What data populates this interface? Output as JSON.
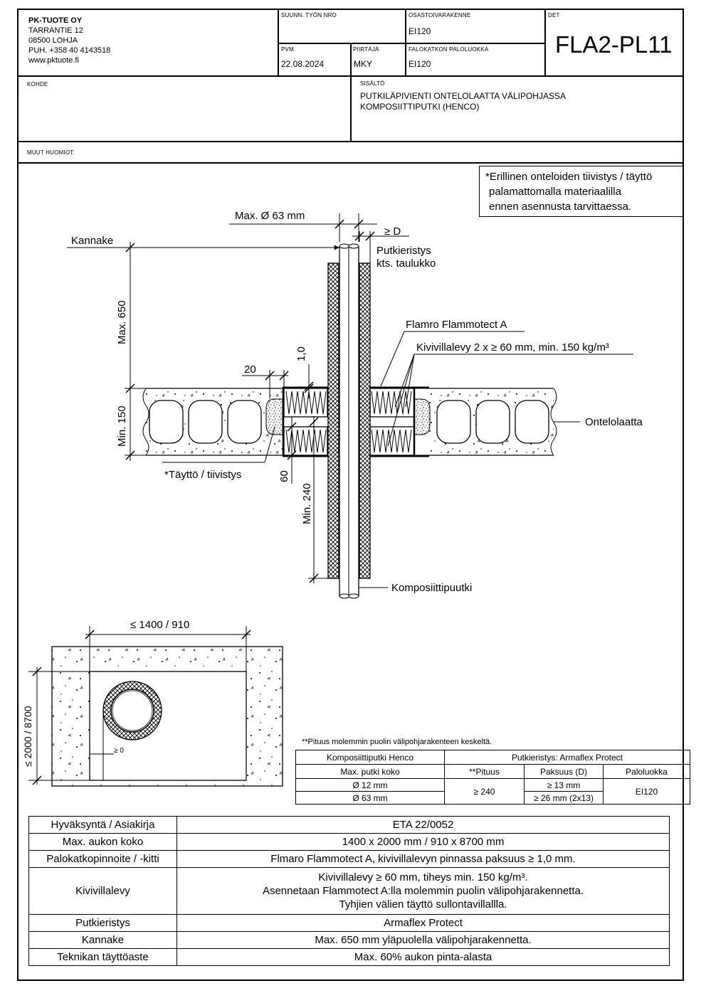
{
  "company": {
    "name": "PK-TUOTE OY",
    "street": "TARRANTIE 12",
    "postal": "08500 LOHJA",
    "phone": "PUH. +358 40 4143518",
    "web": "www.pktuote.fi"
  },
  "titleblock": {
    "work_no_label": "SUUNN. TYÖN NRO",
    "work_no_value": "",
    "component_label": "OSASTOIVARAKENNE",
    "component_value": "EI120",
    "det_label": "DET",
    "det_value": "FLA2-PL11",
    "date_label": "PVM.",
    "date_value": "22.08.2024",
    "drawer_label": "PIIRTÄJÄ",
    "drawer_value": "MKY",
    "fire_class_label": "FALOKATKON PALOLUOKKA",
    "fire_class_value": "EI120",
    "object_label": "KOHDE",
    "object_value": "",
    "content_label": "SISÄLTÖ",
    "content_line1": "PUTKILÄPIVIENTI ONTELOLAATTA VÄLIPOHJASSA",
    "content_line2": "KOMPOSIITTIPUTKI (HENCO)",
    "other_label": "MUUT HUOMIOT:"
  },
  "note": {
    "line1": "*Erillinen onteloiden tiivistys / täyttö",
    "line2": "palamattomalla materiaalilla",
    "line3": "ennen asennusta tarvittaessa."
  },
  "section": {
    "max_diameter": "Max. Ø 63 mm",
    "gap_d": "≥ D",
    "hanger": "Kannake",
    "insulation_l1": "Putkieristys",
    "insulation_l2": "kts. taulukko",
    "max_650": "Max. 650",
    "coating": "Flamro Flammotect A",
    "mineral_wool": "Kivivillalevy 2 x ≥ 60 mm, min. 150 kg/m³",
    "dim_20": "20",
    "dim_1_0": "1,0",
    "min_150": "Min. 150",
    "slab": "Ontelolaatta",
    "filling": "*Täyttö / tiivistys",
    "dim_60": "60",
    "min_240": "Min. 240",
    "pipe": "Komposiittipuutki"
  },
  "plan": {
    "width_dim": "≤ 1400 / 910",
    "height_dim": "≤ 2000 / 8700",
    "gap_0": "≥ 0"
  },
  "small_table": {
    "footnote": "**Pituus molemmin puolin välipohjarakenteen keskeltä.",
    "h_pipe": "Komposiittiputki Henco",
    "h_insul": "Putkieristys: Armaflex Protect",
    "c_size": "Max. putki koko",
    "c_length": "**Pituus",
    "c_thick": "Paksuus (D)",
    "c_class": "Paloluokka",
    "r1_size": "Ø 12 mm",
    "r2_size": "Ø 63 mm",
    "length": "≥ 240",
    "r1_thick": "≥ 13 mm",
    "r2_thick": "≥ 26 mm (2x13)",
    "fire_class": "EI120"
  },
  "main_table": {
    "rows": [
      {
        "k": "Hyväksyntä / Asiakirja",
        "v": "ETA 22/0052"
      },
      {
        "k": "Max. aukon koko",
        "v": "1400 x 2000 mm / 910 x 8700 mm"
      },
      {
        "k": "Palokatkopinnoite / -kitti",
        "v": "Flmaro Flammotect A, kivivillalevyn pinnassa paksuus ≥ 1,0 mm."
      },
      {
        "k": "Kivivillalevy",
        "v1": "Kivivillalevy ≥ 60 mm, tiheys min. 150 kg/m³.",
        "v2": "Asennetaan Flammotect A:lla molemmin puolin välipohjarakennetta.",
        "v3": "Tyhjien välien täyttö sullontavillallla."
      },
      {
        "k": "Putkieristys",
        "v": "Armaflex Protect"
      },
      {
        "k": "Kannake",
        "v": "Max. 650 mm yläpuolella välipohjarakennetta."
      },
      {
        "k": "Teknikan täyttöaste",
        "v": "Max. 60% aukon pinta-alasta"
      }
    ]
  }
}
